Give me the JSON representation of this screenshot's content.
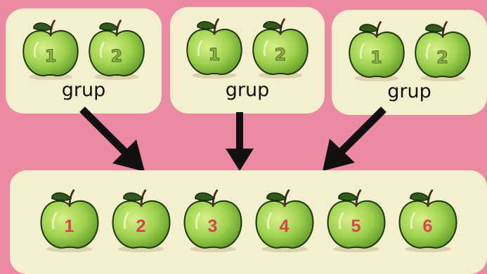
{
  "groups": [
    {
      "label": "grup",
      "apples": [
        "1",
        "2"
      ]
    },
    {
      "label": "grup",
      "apples": [
        "1",
        "2"
      ]
    },
    {
      "label": "grup",
      "apples": [
        "1",
        "2"
      ]
    }
  ],
  "result": {
    "apples": [
      "1",
      "2",
      "3",
      "4",
      "5",
      "6"
    ]
  },
  "colors": {
    "background": "#ec8aa3",
    "panel": "#f4f0cf",
    "apple": "#9fd24e",
    "number": "#d64548",
    "arrow": "#111111"
  }
}
